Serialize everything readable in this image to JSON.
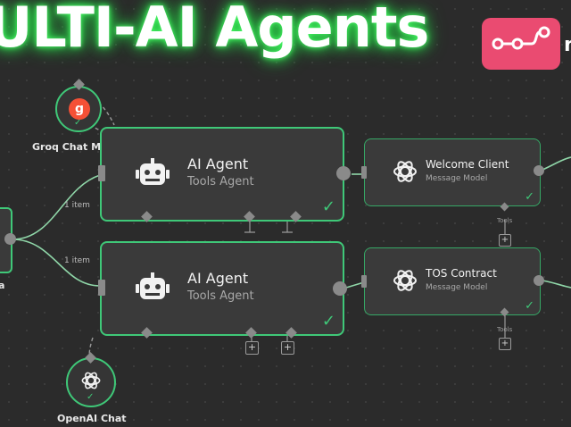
{
  "banner": {
    "title": "ULTI-AI Agents"
  },
  "logo": {
    "partial_text": "n"
  },
  "nodes": {
    "agent1": {
      "title": "AI Agent",
      "subtitle": "Tools Agent"
    },
    "agent2": {
      "title": "AI Agent",
      "subtitle": "Tools Agent"
    },
    "model1": {
      "title": "Welcome Client",
      "subtitle": "Message Model",
      "port_label": "Tools"
    },
    "model2": {
      "title": "TOS Contract",
      "subtitle": "Message Model",
      "port_label": "Tools"
    },
    "groq": {
      "caption": "Groq Chat M"
    },
    "openai": {
      "caption": "OpenAI Chat"
    },
    "left_partial": {
      "caption": "a"
    }
  },
  "edges": {
    "label1": "1 item",
    "label2": "1 item"
  },
  "colors": {
    "accent_green": "#3fc878",
    "brand_pink": "#ea4b71",
    "groq_red": "#f55036",
    "canvas": "#2b2b2b"
  }
}
